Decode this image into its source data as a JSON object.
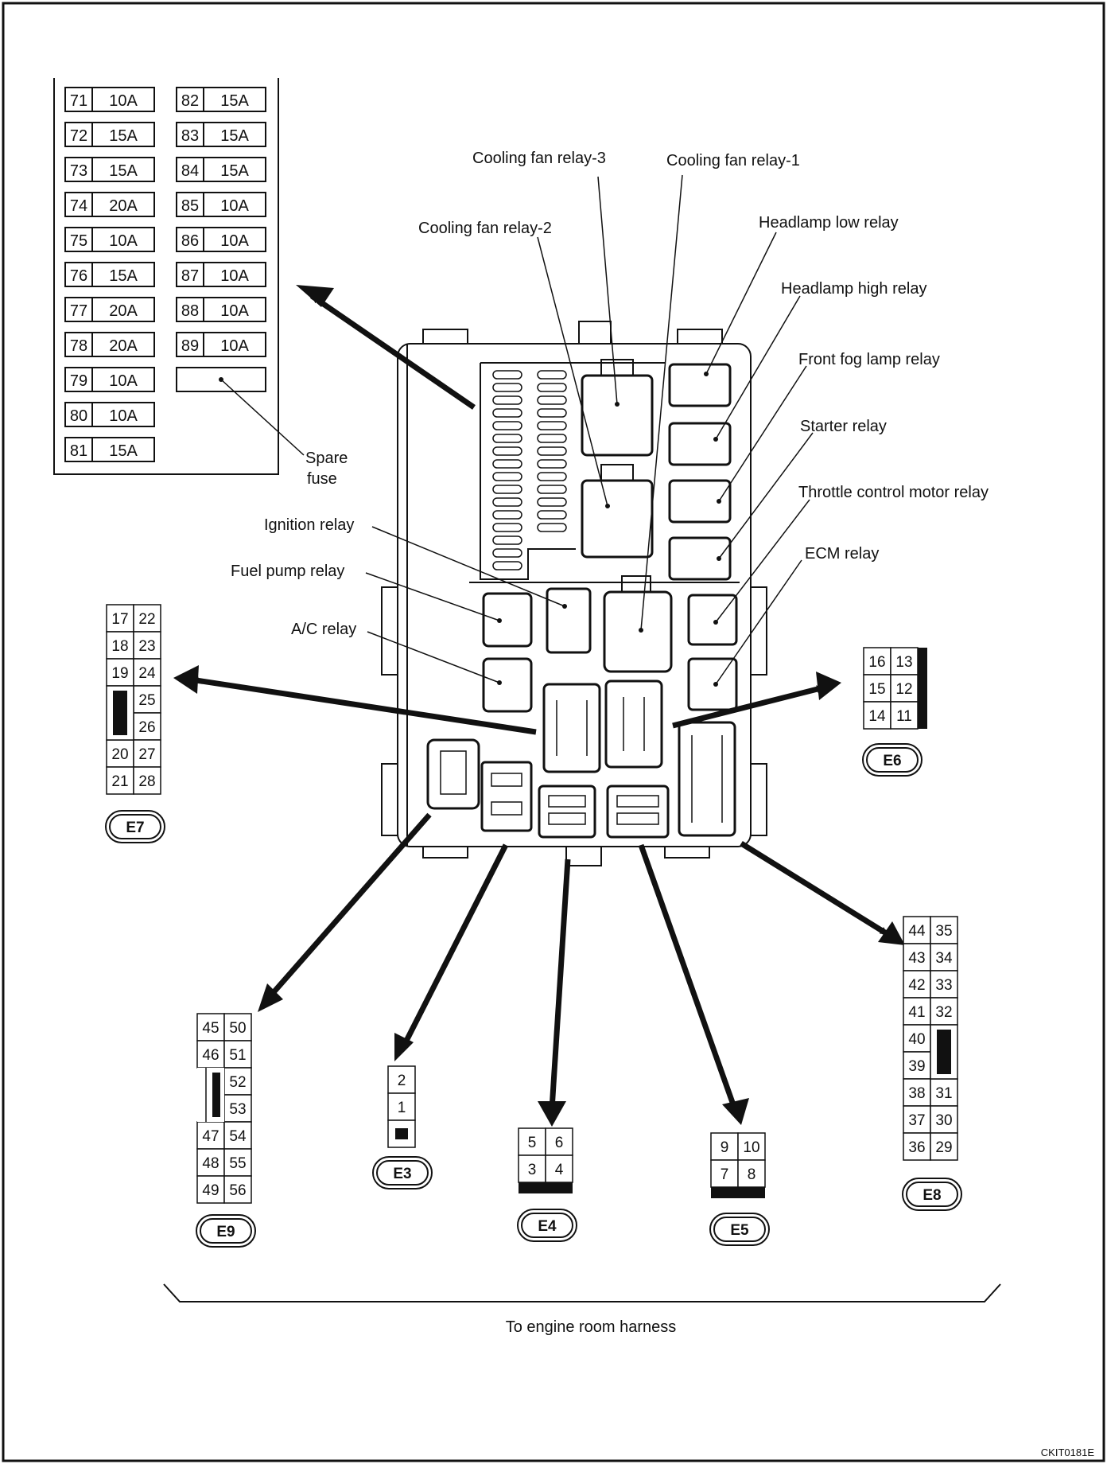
{
  "fuse_table": {
    "left": [
      {
        "num": "71",
        "amp": "10A"
      },
      {
        "num": "72",
        "amp": "15A"
      },
      {
        "num": "73",
        "amp": "15A"
      },
      {
        "num": "74",
        "amp": "20A"
      },
      {
        "num": "75",
        "amp": "10A"
      },
      {
        "num": "76",
        "amp": "15A"
      },
      {
        "num": "77",
        "amp": "20A"
      },
      {
        "num": "78",
        "amp": "20A"
      },
      {
        "num": "79",
        "amp": "10A"
      },
      {
        "num": "80",
        "amp": "10A"
      },
      {
        "num": "81",
        "amp": "15A"
      }
    ],
    "right": [
      {
        "num": "82",
        "amp": "15A"
      },
      {
        "num": "83",
        "amp": "15A"
      },
      {
        "num": "84",
        "amp": "15A"
      },
      {
        "num": "85",
        "amp": "10A"
      },
      {
        "num": "86",
        "amp": "10A"
      },
      {
        "num": "87",
        "amp": "10A"
      },
      {
        "num": "88",
        "amp": "10A"
      },
      {
        "num": "89",
        "amp": "10A"
      }
    ],
    "spare_label_1": "Spare",
    "spare_label_2": "fuse"
  },
  "relays": {
    "cooling_fan_3": "Cooling fan relay-3",
    "cooling_fan_1": "Cooling fan relay-1",
    "cooling_fan_2": "Cooling fan relay-2",
    "headlamp_low": "Headlamp low relay",
    "headlamp_high": "Headlamp high relay",
    "front_fog": "Front fog lamp relay",
    "starter": "Starter relay",
    "throttle": "Throttle control motor relay",
    "ecm": "ECM relay",
    "ignition": "Ignition relay",
    "fuel_pump": "Fuel pump relay",
    "ac": "A/C relay"
  },
  "connectors": {
    "e7": {
      "label": "E7",
      "rows": [
        [
          "17",
          "22"
        ],
        [
          "18",
          "23"
        ],
        [
          "19",
          "24"
        ],
        [
          "",
          "25"
        ],
        [
          "",
          "26"
        ],
        [
          "20",
          "27"
        ],
        [
          "21",
          "28"
        ]
      ]
    },
    "e6": {
      "label": "E6",
      "rows": [
        [
          "16",
          "13"
        ],
        [
          "15",
          "12"
        ],
        [
          "14",
          "11"
        ]
      ]
    },
    "e9": {
      "label": "E9",
      "rows": [
        [
          "45",
          "50"
        ],
        [
          "46",
          "51"
        ],
        [
          "",
          "52"
        ],
        [
          "",
          "53"
        ],
        [
          "47",
          "54"
        ],
        [
          "48",
          "55"
        ],
        [
          "49",
          "56"
        ]
      ]
    },
    "e3": {
      "label": "E3",
      "rows": [
        [
          "2"
        ],
        [
          "1"
        ]
      ]
    },
    "e4": {
      "label": "E4",
      "rows": [
        [
          "5",
          "6"
        ],
        [
          "3",
          "4"
        ]
      ]
    },
    "e5": {
      "label": "E5",
      "rows": [
        [
          "9",
          "10"
        ],
        [
          "7",
          "8"
        ]
      ]
    },
    "e8": {
      "label": "E8",
      "rows": [
        [
          "44",
          "35"
        ],
        [
          "43",
          "34"
        ],
        [
          "42",
          "33"
        ],
        [
          "41",
          "32"
        ],
        [
          "40",
          ""
        ],
        [
          "39",
          ""
        ],
        [
          "38",
          "31"
        ],
        [
          "37",
          "30"
        ],
        [
          "36",
          "29"
        ]
      ]
    }
  },
  "harness_label": "To engine room harness",
  "figure_code": "CKIT0181E"
}
